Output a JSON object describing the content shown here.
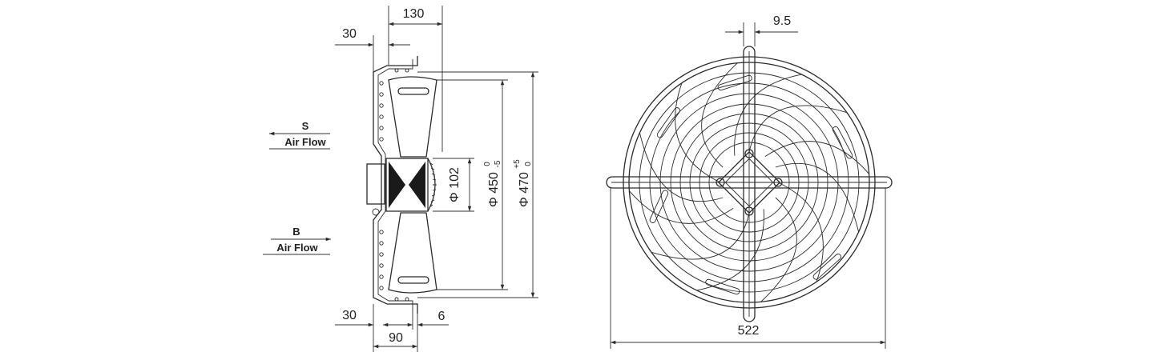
{
  "drawing": {
    "flow_s": {
      "letter": "S",
      "label": "Air Flow"
    },
    "flow_b": {
      "letter": "B",
      "label": "Air Flow"
    },
    "side_view": {
      "dim_top_width": "130",
      "dim_top_offset": "30",
      "dim_bottom_offset": "30",
      "dim_bottom_width": "90",
      "dim_bottom_flange": "6",
      "dim_hub": "Φ 102",
      "dim_blade": "Φ 450",
      "dim_blade_tol_upper": "0",
      "dim_blade_tol_lower": "-5",
      "dim_guard": "Φ 470",
      "dim_guard_tol_upper": "+5",
      "dim_guard_tol_lower": "0"
    },
    "front_view": {
      "dim_bar_width": "9.5",
      "dim_overall_width": "522"
    },
    "colors": {
      "line": "#2b2b2b",
      "background": "#ffffff"
    }
  }
}
